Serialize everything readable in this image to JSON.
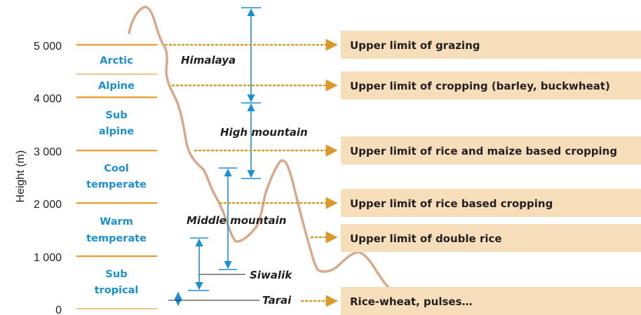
{
  "colors": {
    "zone_line": "#e8a33d",
    "zone_text": "#1a8fd1",
    "profile": "#d9a98b",
    "arrow_blue": "#1a8fd1",
    "dotted_arrow": "#d99a2b",
    "box_fill": "#f5deb9",
    "text": "#231f20"
  },
  "axis": {
    "label": "Height (m)",
    "ticks": [
      "5 000",
      "4 000",
      "3 000",
      "2 000",
      "1 000",
      "0"
    ]
  },
  "zones": [
    {
      "line1": "Arctic",
      "line2": ""
    },
    {
      "line1": "Alpine",
      "line2": ""
    },
    {
      "line1": "Sub",
      "line2": "alpine"
    },
    {
      "line1": "Cool",
      "line2": "temperate"
    },
    {
      "line1": "Warm",
      "line2": "temperate"
    },
    {
      "line1": "Sub",
      "line2": "tropical"
    }
  ],
  "regions": {
    "himalaya": "Himalaya",
    "high_mountain": "High mountain",
    "middle_mountain": "Middle mountain",
    "siwalik": "Siwalik",
    "tarai": "Tarai"
  },
  "limits": [
    "Upper limit of grazing",
    "Upper limit of cropping (barley, buckwheat)",
    "Upper limit of rice and maize based cropping",
    "Upper limit of rice based cropping",
    "Upper limit of double rice",
    "Rice-wheat, pulses…"
  ]
}
